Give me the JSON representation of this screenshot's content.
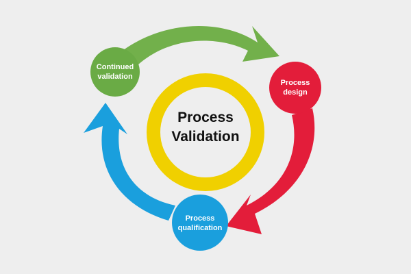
{
  "center": {
    "line1": "Process",
    "line2": "Validation"
  },
  "stages": [
    {
      "line1": "Process",
      "line2": "design",
      "color": "#e31d3a"
    },
    {
      "line1": "Process",
      "line2": "qualification",
      "color": "#1a9fdd"
    },
    {
      "line1": "Continued",
      "line2": "validation",
      "color": "#6aab45"
    }
  ],
  "colors": {
    "background": "#eeeeee",
    "ring": "#f0d000",
    "green_arrow": "#72b04b",
    "red_arrow": "#e31d3a",
    "blue_arrow": "#1a9fdd"
  }
}
